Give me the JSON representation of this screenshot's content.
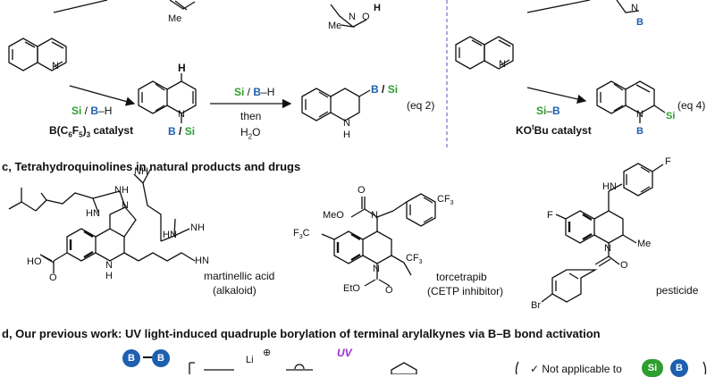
{
  "reagents": {
    "si": "Si",
    "b": "B",
    "h": "H",
    "slash": "/",
    "dash": "–",
    "hydroboration_reagent": "Si / B–H",
    "silylboration_reagent": "Si–B"
  },
  "eq2": {
    "catalyst_label": "B(C6F5)3 catalyst",
    "then_label": "then",
    "water_label": "H2O",
    "eq_label": "(eq 2)",
    "product_sub": "B / Si",
    "nh": "N",
    "nh_h": "H",
    "dihydro_n": "N",
    "dihydro_h": "H"
  },
  "eq4": {
    "catalyst_label": "KOtBu catalyst",
    "eq_label": "(eq 4)"
  },
  "top_fragment": {
    "me": "Me",
    "o": "O",
    "n": "N",
    "h": "H"
  },
  "section_c": {
    "heading": "c, Tetrahydroquinolines in natural products and drugs",
    "martinellic_name": "martinellic acid",
    "martinellic_class": "(alkaloid)",
    "torcetrapib_name": "torcetrapib",
    "torcetrapib_class": "(CETP inhibitor)",
    "pesticide_name": "pesticide",
    "atoms": {
      "nh": "NH",
      "hn": "HN",
      "n": "N",
      "h": "H",
      "ho": "HO",
      "o": "O",
      "meo": "MeO",
      "etO": "EtO",
      "cf3": "CF3",
      "f": "F",
      "me": "Me",
      "br": "Br"
    }
  },
  "section_d": {
    "heading": "d, Our previous work: UV light-induced quadruple borylation of terminal arylalkynes via B–B bond activation",
    "uv": "UV",
    "li": "Li",
    "plus": "⊕",
    "not_applicable": "✓ Not applicable to"
  },
  "colors": {
    "green": "#2e9e2e",
    "blue": "#1f5fb0",
    "purple": "#9b30c8",
    "divider": "#7a78c8"
  }
}
